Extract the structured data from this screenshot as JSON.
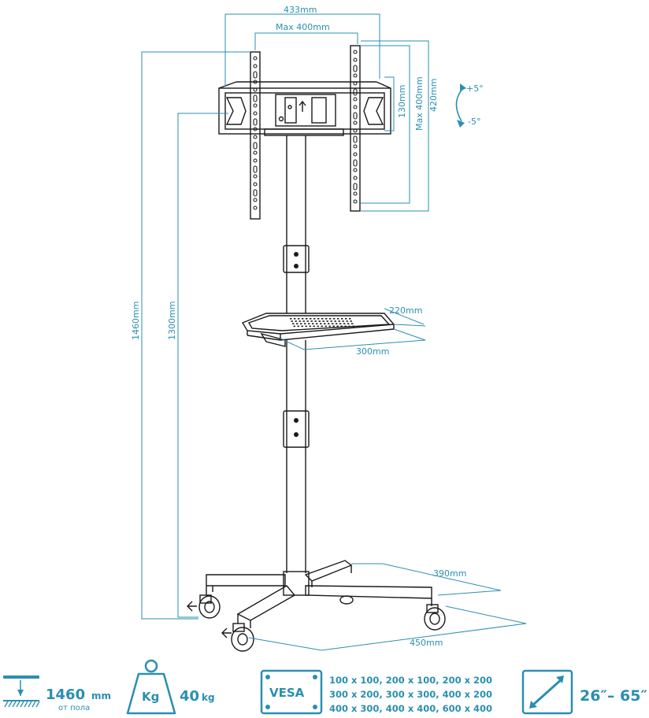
{
  "dimensions": {
    "mount_width": "433mm",
    "vesa_max_width": "Max 400mm",
    "bracket_height": "130mm",
    "vesa_max_height": "Max 400mm",
    "mount_height": "420mm",
    "tilt_up": "+5°",
    "tilt_down": "-5°",
    "total_height": "1460mm",
    "center_height": "1300mm",
    "shelf_depth": "220mm",
    "shelf_width": "300mm",
    "base_depth": "390mm",
    "base_width": "450mm"
  },
  "specs": {
    "height_value": "1460",
    "height_unit": "mm",
    "height_note": "от пола",
    "weight_icon_label": "Kg",
    "weight_value": "40",
    "weight_unit": "kg",
    "vesa_label": "VESA",
    "vesa_rows": [
      "100 x 100, 200 x 100, 200 x 200",
      "300 x 200, 300 x 300, 400 x 200",
      "400 x 300, 400 x 400, 600 x 400"
    ],
    "screen_range": "26″– 65″"
  },
  "colors": {
    "accent": "#2a8fb0",
    "ink": "#1a1a1a"
  },
  "icons": [
    "floor-height-icon",
    "weight-icon",
    "vesa-icon",
    "screen-diagonal-icon",
    "tilt-arrow-icon"
  ]
}
